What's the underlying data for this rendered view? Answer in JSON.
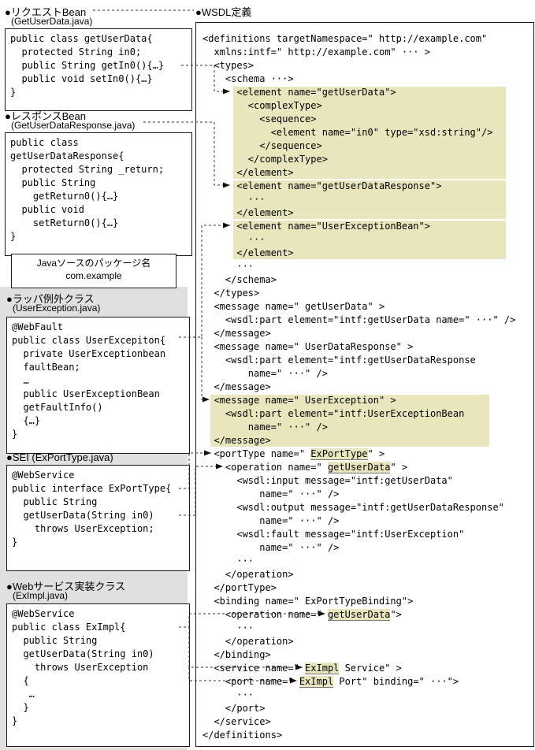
{
  "colors": {
    "highlight": "#e9e6bd",
    "gray_bg": "#e0e0e0"
  },
  "left": {
    "request_bean": {
      "title": "●リクエストBean",
      "subtitle": "(GetUserData.java)",
      "code": [
        "public class getUserData{",
        "  protected String in0;",
        "  public String getIn0(){…}",
        "  public void setIn0(){…}",
        "}"
      ]
    },
    "response_bean": {
      "title": "●レスポンスBean",
      "subtitle": "(GetUserDataResponse.java)",
      "code": [
        "public class",
        "getUserDataResponse{",
        "  protected String _return;",
        "  public String",
        "    getReturn0(){…}",
        "  public void",
        "    setReturn0(){…}",
        "}"
      ]
    },
    "package_box": {
      "label": "Javaソースのパッケージ名",
      "package": "com.example"
    },
    "wrapper_exception": {
      "title": "●ラッパ例外クラス",
      "subtitle": "(UserException.java)",
      "code": [
        "@WebFault",
        "public class UserExcepiton{",
        "  private UserExceptionbean",
        "  faultBean;",
        "  …",
        "  public UserExceptionBean",
        "  getFaultInfo()",
        "  {…}",
        "}"
      ]
    },
    "sei": {
      "title": "●SEI (ExPortType.java)",
      "code": [
        "@WebService",
        "public interface ExPortType{",
        "  public String",
        "  getUserData(String in0)",
        "    throws UserException;",
        "}"
      ]
    },
    "impl_class": {
      "title": "●Webサービス実装クラス",
      "subtitle": "(ExImpl.java)",
      "code": [
        "@WebService",
        "public class ExImpl{",
        "  public String",
        "  getUserData(String in0)",
        "    throws UserException",
        "  {",
        "   …",
        "  }",
        "}"
      ]
    }
  },
  "wsdl": {
    "title": "●WSDL定義",
    "lines": [
      "<definitions targetNamespace=\" http://example.com\"",
      "  xmlns:intf=\" http://example.com\" ··· >",
      "  <types>",
      "    <schema ···>",
      "      <element name=\"getUserData\">",
      "        <complexType>",
      "          <sequence>",
      "            <element name=\"in0\" type=\"xsd:string\"/>",
      "          </sequence>",
      "        </complexType>",
      "      </element>",
      "      <element name=\"getUserDataResponse\">",
      "        ···",
      "      </element>",
      "      <element name=\"UserExceptionBean\">",
      "        ···",
      "      </element>",
      "      ···",
      "    </schema>",
      "  </types>",
      "  <message name=\" getUserData\" >",
      "    <wsdl:part element=\"intf:getUserData name=\" ···\" />",
      "  </message>",
      "  <message name=\" UserDataResponse\" >",
      "    <wsdl:part element=\"intf:getUserDataResponse",
      "        name=\" ···\" />",
      "  </message>",
      "  <message name=\" UserException\" >",
      "    <wsdl:part element=\"intf:UserExceptionBean",
      "        name=\" ···\" />",
      "  </message>",
      "  <portType name=\" [[ExPortType]]\" >",
      "    <operation name=\" [[getUserData]]\" >",
      "      <wsdl:input message=\"intf:getUserData\"",
      "          name=\" ···\" />",
      "      <wsdl:output message=\"intf:getUserDataResponse\"",
      "          name=\" ···\" />",
      "      <wsdl:fault message=\"intf:UserException\"",
      "          name=\" ···\" />",
      "      ···",
      "    </operation>",
      "  </portType>",
      "  <binding name=\" ExPortTypeBinding\">",
      "    <operation name=\" [[getUserData]]\">",
      "      ···",
      "    </operation>",
      "  </binding>",
      "  <service name=\" [[ExImpl]] Service\" >",
      "    <port name=\" [[ExImpl]] Port\" binding=\" ···\">",
      "      ···",
      "    </port>",
      "  </service>",
      "</definitions>"
    ],
    "hl_blocks": [
      {
        "start": 4,
        "end": 10,
        "col": 6
      },
      {
        "start": 11,
        "end": 13,
        "col": 6
      },
      {
        "start": 14,
        "end": 16,
        "col": 6
      },
      {
        "start": 27,
        "end": 30,
        "col": 2
      }
    ]
  }
}
